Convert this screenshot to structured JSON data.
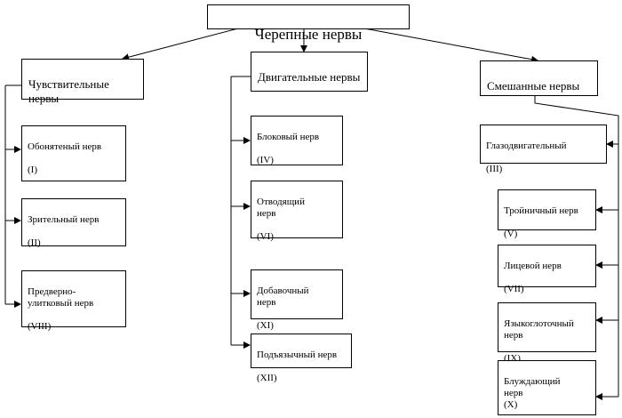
{
  "title": "Черепные нервы",
  "categories": {
    "sensory": {
      "title": "Чувствительные нервы",
      "nerves": [
        {
          "name": "Обонятеный нерв",
          "numeral": "(I)"
        },
        {
          "name": "Зрительный нерв",
          "numeral": "(II)"
        },
        {
          "name": "Предверно-улитковый нерв",
          "numeral": "(VIII)"
        }
      ]
    },
    "motor": {
      "title": "Двигательные нервы",
      "nerves": [
        {
          "name": "Блоковый нерв",
          "numeral": "(IV)"
        },
        {
          "name": "Отводящий нерв",
          "numeral": "(VI)"
        },
        {
          "name": "Добавочный нерв",
          "numeral": "(XI)"
        },
        {
          "name": "Подъязычный нерв",
          "numeral": "(XII)"
        }
      ]
    },
    "mixed": {
      "title": "Смешанные нервы",
      "nerves": [
        {
          "name": "Глазодвигательный",
          "numeral": "(III)"
        },
        {
          "name": "Тройничный нерв",
          "numeral": "(V)"
        },
        {
          "name": "Лицевой нерв",
          "numeral": "(VII)"
        },
        {
          "name": "Языкоглоточный нерв",
          "numeral": "(IX)"
        },
        {
          "name": "Блуждающий нерв",
          "numeral": "(X)"
        }
      ]
    }
  }
}
